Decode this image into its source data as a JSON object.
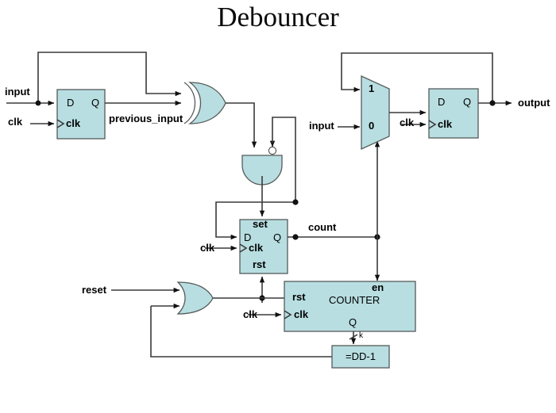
{
  "title": "Debouncer",
  "colors": {
    "block_fill": "#b8dee1",
    "block_stroke": "#555a5a",
    "wire": "#3a3a3a",
    "text": "#111111",
    "background": "#ffffff"
  },
  "signals": {
    "input": "input",
    "clk": "clk",
    "previous_input": "previous_input",
    "count": "count",
    "reset": "reset",
    "output": "output",
    "bus_width": "k"
  },
  "blocks": {
    "ff_prev": {
      "name": "previous-input-flipflop",
      "d_label": "D",
      "q_label": "Q",
      "clk_label": "clk",
      "clk_input_label": "clk"
    },
    "ff_count": {
      "name": "count-flipflop",
      "set_label": "set",
      "d_label": "D",
      "q_label": "Q",
      "clk_label": "clk",
      "rst_label": "rst",
      "clk_input_label": "clk"
    },
    "ff_out": {
      "name": "output-flipflop",
      "d_label": "D",
      "q_label": "Q",
      "clk_label": "clk",
      "clk_input_label": "clk"
    },
    "counter": {
      "name": "counter",
      "title": "COUNTER",
      "rst_label": "rst",
      "clk_label": "clk",
      "en_label": "en",
      "q_label": "Q",
      "clk_input_label": "clk"
    },
    "comparator": {
      "name": "comparator",
      "label": "=DD-1"
    },
    "mux": {
      "name": "output-mux",
      "sel1_label": "1",
      "sel0_label": "0"
    },
    "xor_gate": {
      "name": "xor-gate"
    },
    "and_gate": {
      "name": "and-gate-inverted-input"
    },
    "or_gate": {
      "name": "or-gate"
    }
  }
}
